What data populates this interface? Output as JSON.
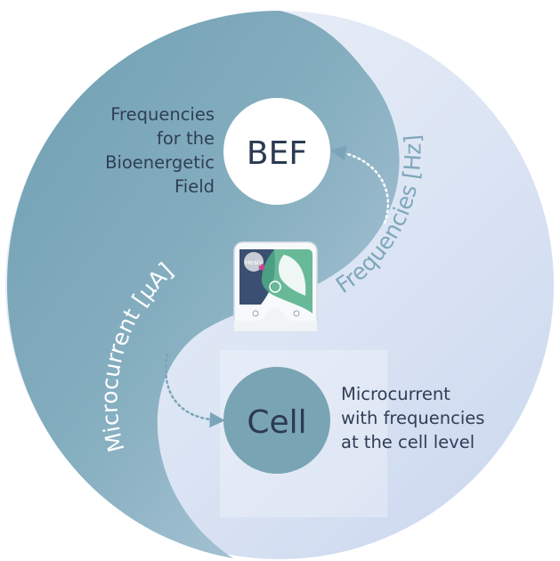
{
  "diagram": {
    "top_node": {
      "title": "BEF"
    },
    "bottom_node": {
      "title": "Cell"
    },
    "top_description": [
      "Frequencies",
      "for the",
      "Bioenergetic",
      "Field"
    ],
    "bottom_description": [
      "Microcurrent",
      "with frequencies",
      "at the cell level"
    ],
    "arc_label_left": "Microcurrent [µA]",
    "arc_label_right": "Frequencies [Hz]",
    "device": {
      "logo_text": "Healy"
    }
  },
  "colors": {
    "teal_dark": "#7fa8ba",
    "teal_mid": "#8eb6c5",
    "pale_blue": "#dde6f4",
    "text_dark": "#2f3e55",
    "white": "#ffffff",
    "device_navy": "#3a4f72",
    "device_green": "#4fae86"
  }
}
